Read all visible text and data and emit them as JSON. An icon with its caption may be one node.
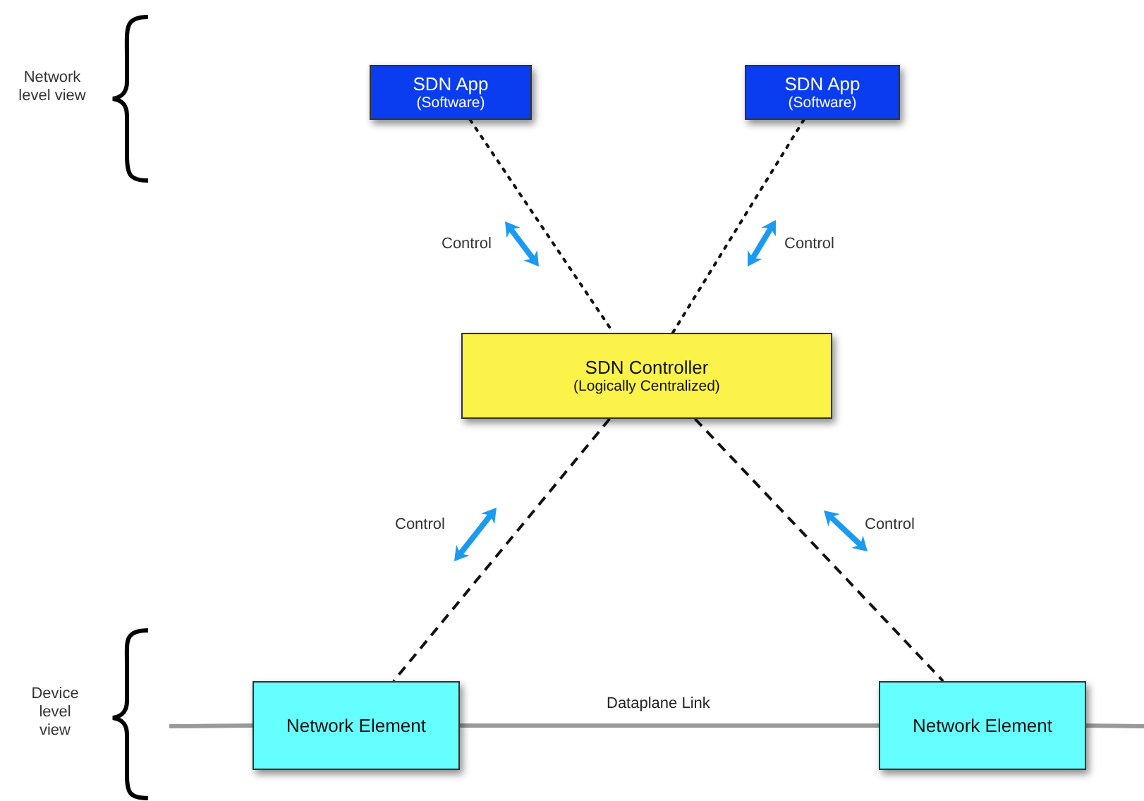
{
  "diagram": {
    "nodes": [
      {
        "text": [
          "SDN App",
          "(Software)"
        ]
      },
      {
        "text": [
          "SDN App",
          "(Software)"
        ]
      },
      {
        "text": [
          "SDN Controller",
          "(Logically Centralized)"
        ]
      },
      {
        "text": [
          "Network Element"
        ]
      },
      {
        "text": [
          "Network Element"
        ]
      }
    ],
    "edges": [
      {
        "from": 0,
        "to": 2,
        "arrow": "none",
        "style": "dashed"
      },
      {
        "from": 1,
        "to": 2,
        "arrow": "none",
        "style": "dashed"
      },
      {
        "from": 2,
        "to": 3,
        "arrow": "none",
        "style": "dashed"
      },
      {
        "from": 2,
        "to": 4,
        "arrow": "none",
        "style": "dashed"
      },
      {
        "from": 3,
        "to": 4,
        "arrow": "none",
        "label": "Dataplane Link",
        "color": "#999999"
      },
      {
        "from": null,
        "to": 3,
        "arrow": "none",
        "color": "#999999"
      },
      {
        "from": 4,
        "to": null,
        "arrow": "none",
        "color": "#999999"
      }
    ],
    "labels": [
      "Network level view",
      "Control",
      "Control",
      "Control",
      "Control",
      "Device level view"
    ]
  }
}
